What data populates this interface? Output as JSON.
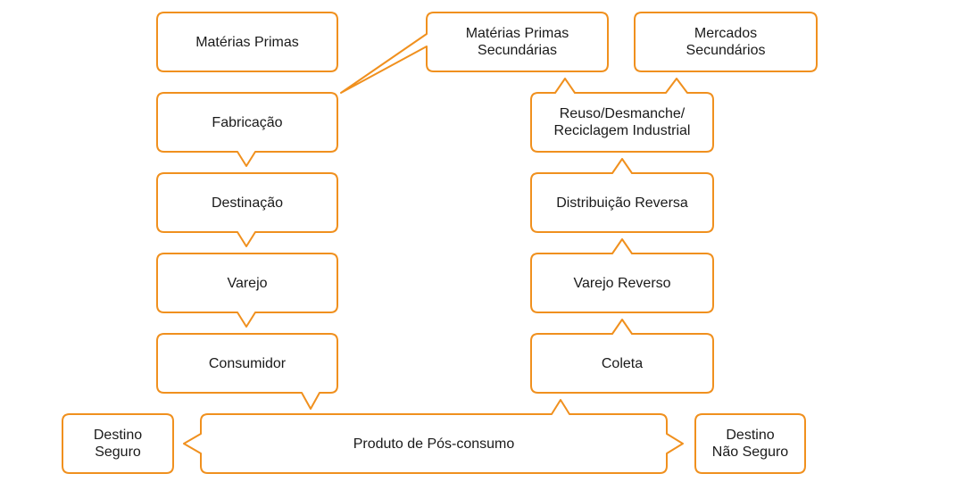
{
  "colors": {
    "stroke": "#f0901e",
    "fill": "#ffffff",
    "text": "#1a1a1a"
  },
  "nodes": {
    "materias_primas": "Matérias Primas",
    "fabricacao": "Fabricação",
    "destinacao": "Destinação",
    "varejo": "Varejo",
    "consumidor": "Consumidor",
    "materias_primas_secundarias": "Matérias Primas\nSecundárias",
    "mercados_secundarios": "Mercados\nSecundários",
    "reuso": "Reuso/Desmanche/\nReciclagem Industrial",
    "distribuicao_reversa": "Distribuição Reversa",
    "varejo_reverso": "Varejo Reverso",
    "coleta": "Coleta",
    "produto_pos_consumo": "Produto de Pós-consumo",
    "destino_seguro": "Destino\nSeguro",
    "destino_nao_seguro": "Destino\nNão Seguro"
  }
}
